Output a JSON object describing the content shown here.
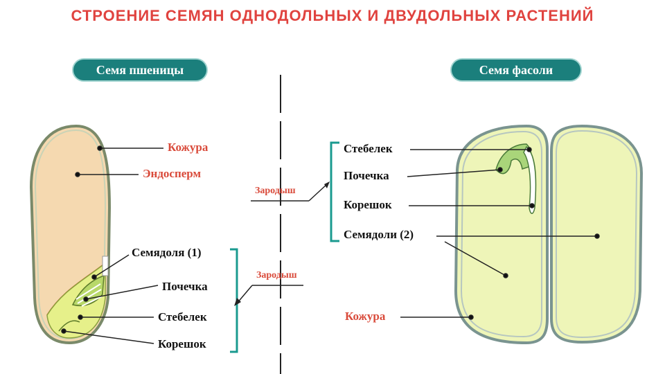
{
  "title": "СТРОЕНИЕ СЕМЯН ОДНОДОЛЬНЫХ И ДВУДОЛЬНЫХ РАСТЕНИЙ",
  "left_panel": {
    "heading": "Семя пшеницы",
    "labels": {
      "kozhura": "Кожура",
      "endosperm": "Эндосперм",
      "semyadolya": "Семядоля (1)",
      "pochechka": "Почечка",
      "stebelek": "Стебелек",
      "koreshok": "Корешок"
    }
  },
  "center": {
    "zarodysh_upper": "Зародыш",
    "zarodysh_lower": "Зародыш"
  },
  "right_panel": {
    "heading": "Семя фасоли",
    "labels": {
      "stebelek": "Стебелек",
      "pochechka": "Почечка",
      "koreshok": "Корешок",
      "semyadoli": "Семядоли (2)",
      "kozhura": "Кожура"
    }
  },
  "colors": {
    "title": "#e0433f",
    "pill": "#1b7f7c",
    "endosperm_fill": "#f5d9b0",
    "embryo_fill": "#e6f08a",
    "cotyledon_fill": "#eef5b8",
    "bracket": "#1a9a8f"
  }
}
